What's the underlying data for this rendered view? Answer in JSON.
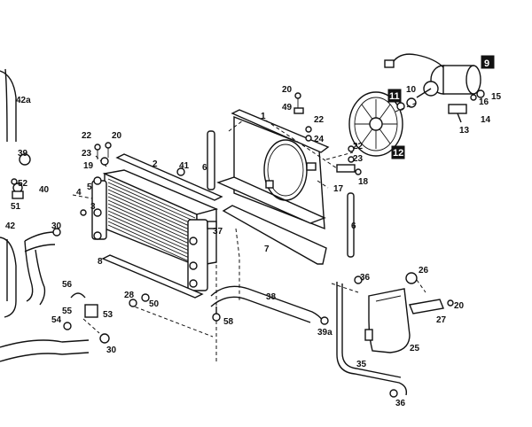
{
  "diagram": {
    "labels": {
      "l42a": "42a",
      "l39": "39",
      "l40": "40",
      "l52": "52",
      "l51": "51",
      "l42": "42",
      "l30a": "30",
      "l30b": "30",
      "l56": "56",
      "l55": "55",
      "l54": "54",
      "l53": "53",
      "l4": "4",
      "l5": "5",
      "l3": "3",
      "l8": "8",
      "l22a": "22",
      "l20a": "20",
      "l23a": "23",
      "l19": "19",
      "l2": "2",
      "l41": "41",
      "l6a": "6",
      "l1": "1",
      "l20b": "20",
      "l49": "49",
      "l22b": "22",
      "l24": "24",
      "l37": "37",
      "l7": "7",
      "l28": "28",
      "l50": "50",
      "l58": "58",
      "l38": "38",
      "l39a": "39a",
      "l36a": "36",
      "l35": "35",
      "l36b": "36",
      "l25": "25",
      "l26": "26",
      "l27": "27",
      "l20c": "20",
      "l6b": "6",
      "l22c": "22",
      "l23b": "23",
      "l17": "17",
      "l18": "18",
      "l10": "10",
      "l16": "16",
      "l15": "15",
      "l14": "14",
      "l13": "13"
    },
    "boxed_labels": {
      "b9": "9",
      "b11": "11",
      "b12": "12"
    }
  }
}
